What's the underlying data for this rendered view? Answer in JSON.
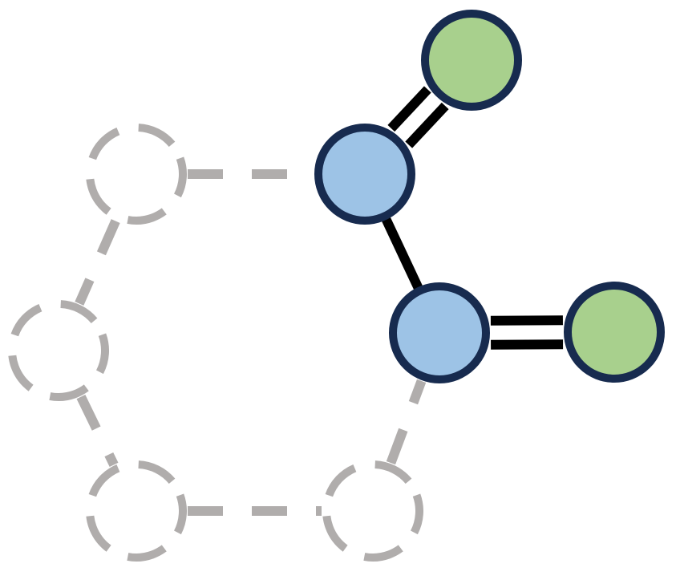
{
  "diagram": {
    "colors": {
      "background": "#ffffff",
      "placeholder_stroke": "#b0adac",
      "bond": "#000000",
      "atom_outline": "#172b4f",
      "blue_fill": "#9dc3e6",
      "green_fill": "#a8d08d"
    },
    "placeholder_atoms": [
      {
        "id": "p1",
        "label": "",
        "style": "dashed-gray"
      },
      {
        "id": "p2",
        "label": "",
        "style": "dashed-gray"
      },
      {
        "id": "p3",
        "label": "",
        "style": "dashed-gray"
      },
      {
        "id": "p4",
        "label": "",
        "style": "dashed-gray"
      }
    ],
    "atoms": [
      {
        "id": "b1",
        "label": "",
        "fill": "blue"
      },
      {
        "id": "b2",
        "label": "",
        "fill": "blue"
      },
      {
        "id": "g1",
        "label": "",
        "fill": "green"
      },
      {
        "id": "g2",
        "label": "",
        "fill": "green"
      }
    ],
    "bonds": [
      {
        "from": "p1",
        "to": "b1",
        "order": 1,
        "style": "dashed"
      },
      {
        "from": "p1",
        "to": "p2",
        "order": 1,
        "style": "dashed"
      },
      {
        "from": "p2",
        "to": "p3",
        "order": 1,
        "style": "dashed"
      },
      {
        "from": "p3",
        "to": "p4",
        "order": 1,
        "style": "dashed"
      },
      {
        "from": "p4",
        "to": "b2",
        "order": 1,
        "style": "dashed"
      },
      {
        "from": "b1",
        "to": "b2",
        "order": 1,
        "style": "solid"
      },
      {
        "from": "b1",
        "to": "g1",
        "order": 2,
        "style": "solid"
      },
      {
        "from": "b2",
        "to": "g2",
        "order": 2,
        "style": "solid"
      }
    ]
  }
}
